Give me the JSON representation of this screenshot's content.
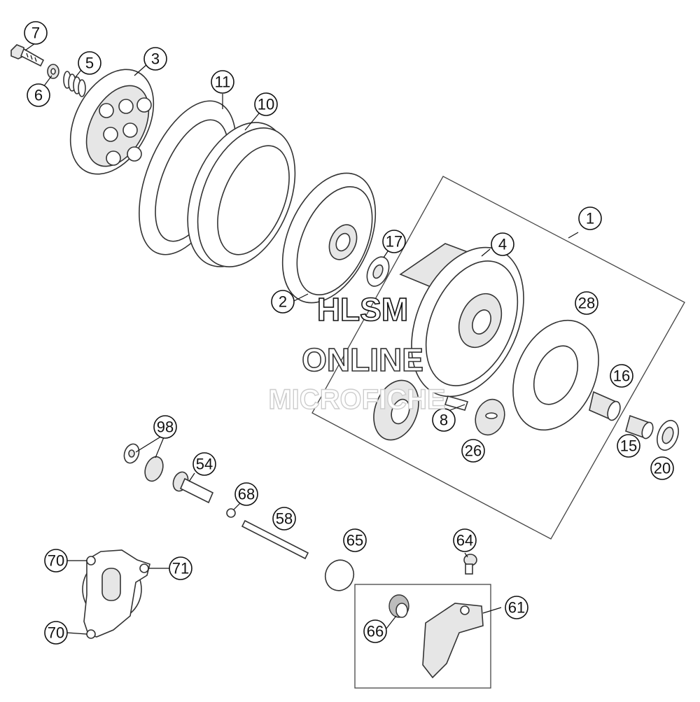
{
  "watermark": {
    "line1": "HLSM",
    "line2": "ONLINE",
    "line3": "MICROFICHE"
  },
  "callouts": [
    {
      "id": "c7",
      "label": "7"
    },
    {
      "id": "c6",
      "label": "6"
    },
    {
      "id": "c5",
      "label": "5"
    },
    {
      "id": "c3",
      "label": "3"
    },
    {
      "id": "c11",
      "label": "11"
    },
    {
      "id": "c10",
      "label": "10"
    },
    {
      "id": "c1",
      "label": "1"
    },
    {
      "id": "c4",
      "label": "4"
    },
    {
      "id": "c17",
      "label": "17"
    },
    {
      "id": "c2",
      "label": "2"
    },
    {
      "id": "c28",
      "label": "28"
    },
    {
      "id": "c16",
      "label": "16"
    },
    {
      "id": "c8",
      "label": "8"
    },
    {
      "id": "c26",
      "label": "26"
    },
    {
      "id": "c15",
      "label": "15"
    },
    {
      "id": "c20",
      "label": "20"
    },
    {
      "id": "c98",
      "label": "98"
    },
    {
      "id": "c54",
      "label": "54"
    },
    {
      "id": "c68",
      "label": "68"
    },
    {
      "id": "c58",
      "label": "58"
    },
    {
      "id": "c65",
      "label": "65"
    },
    {
      "id": "c64",
      "label": "64"
    },
    {
      "id": "c61",
      "label": "61"
    },
    {
      "id": "c66",
      "label": "66"
    },
    {
      "id": "c70a",
      "label": "70"
    },
    {
      "id": "c70b",
      "label": "70"
    },
    {
      "id": "c71",
      "label": "71"
    }
  ]
}
